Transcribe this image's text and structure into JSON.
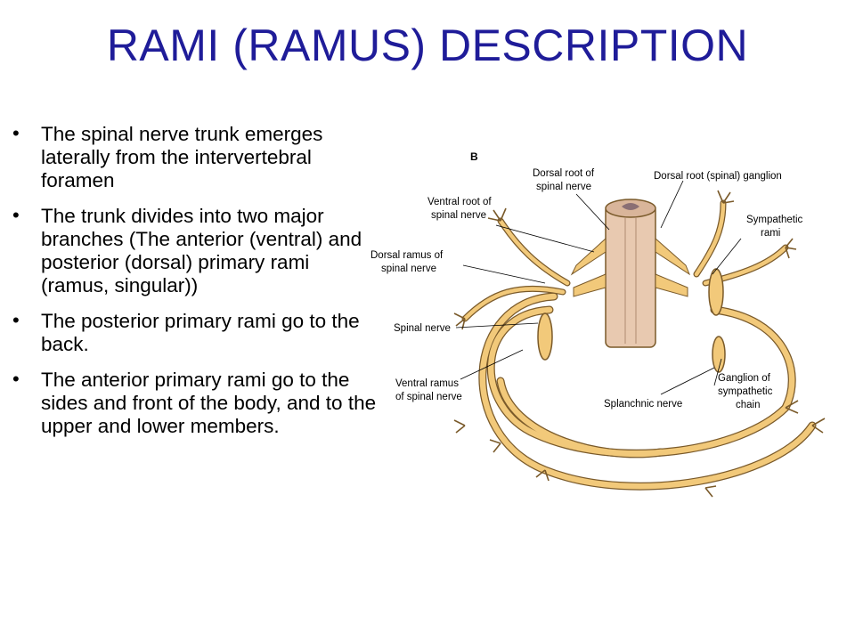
{
  "slide": {
    "title": "RAMI (RAMUS) DESCRIPTION",
    "bullets": [
      "The spinal nerve trunk emerges laterally from the intervertebral foramen",
      "The trunk divides into two major branches (The anterior (ventral) and posterior (dorsal) primary rami (ramus, singular))",
      "The posterior primary rami go to the back.",
      "The anterior primary rami go to the sides and front of the body, and to the upper and lower members."
    ]
  },
  "figure": {
    "tag": "B",
    "labels": {
      "dorsal_root_1": "Dorsal root of",
      "dorsal_root_2": "spinal nerve",
      "dorsal_ganglion": "Dorsal root (spinal) ganglion",
      "ventral_root_1": "Ventral root of",
      "ventral_root_2": "spinal nerve",
      "sympathetic_1": "Sympathetic",
      "sympathetic_2": "rami",
      "dorsal_ramus_1": "Dorsal ramus of",
      "dorsal_ramus_2": "spinal nerve",
      "spinal_nerve": "Spinal nerve",
      "ventral_ramus_1": "Ventral ramus",
      "ventral_ramus_2": "of spinal nerve",
      "ganglion_1": "Ganglion of",
      "ganglion_2": "sympathetic",
      "ganglion_3": "chain",
      "splanchnic": "Splanchnic nerve"
    },
    "colors": {
      "nerve": "#f2c97a",
      "nerve_outline": "#7a5a2a",
      "cord": "#e8c9b0",
      "cord_center": "#8a6f74"
    }
  }
}
